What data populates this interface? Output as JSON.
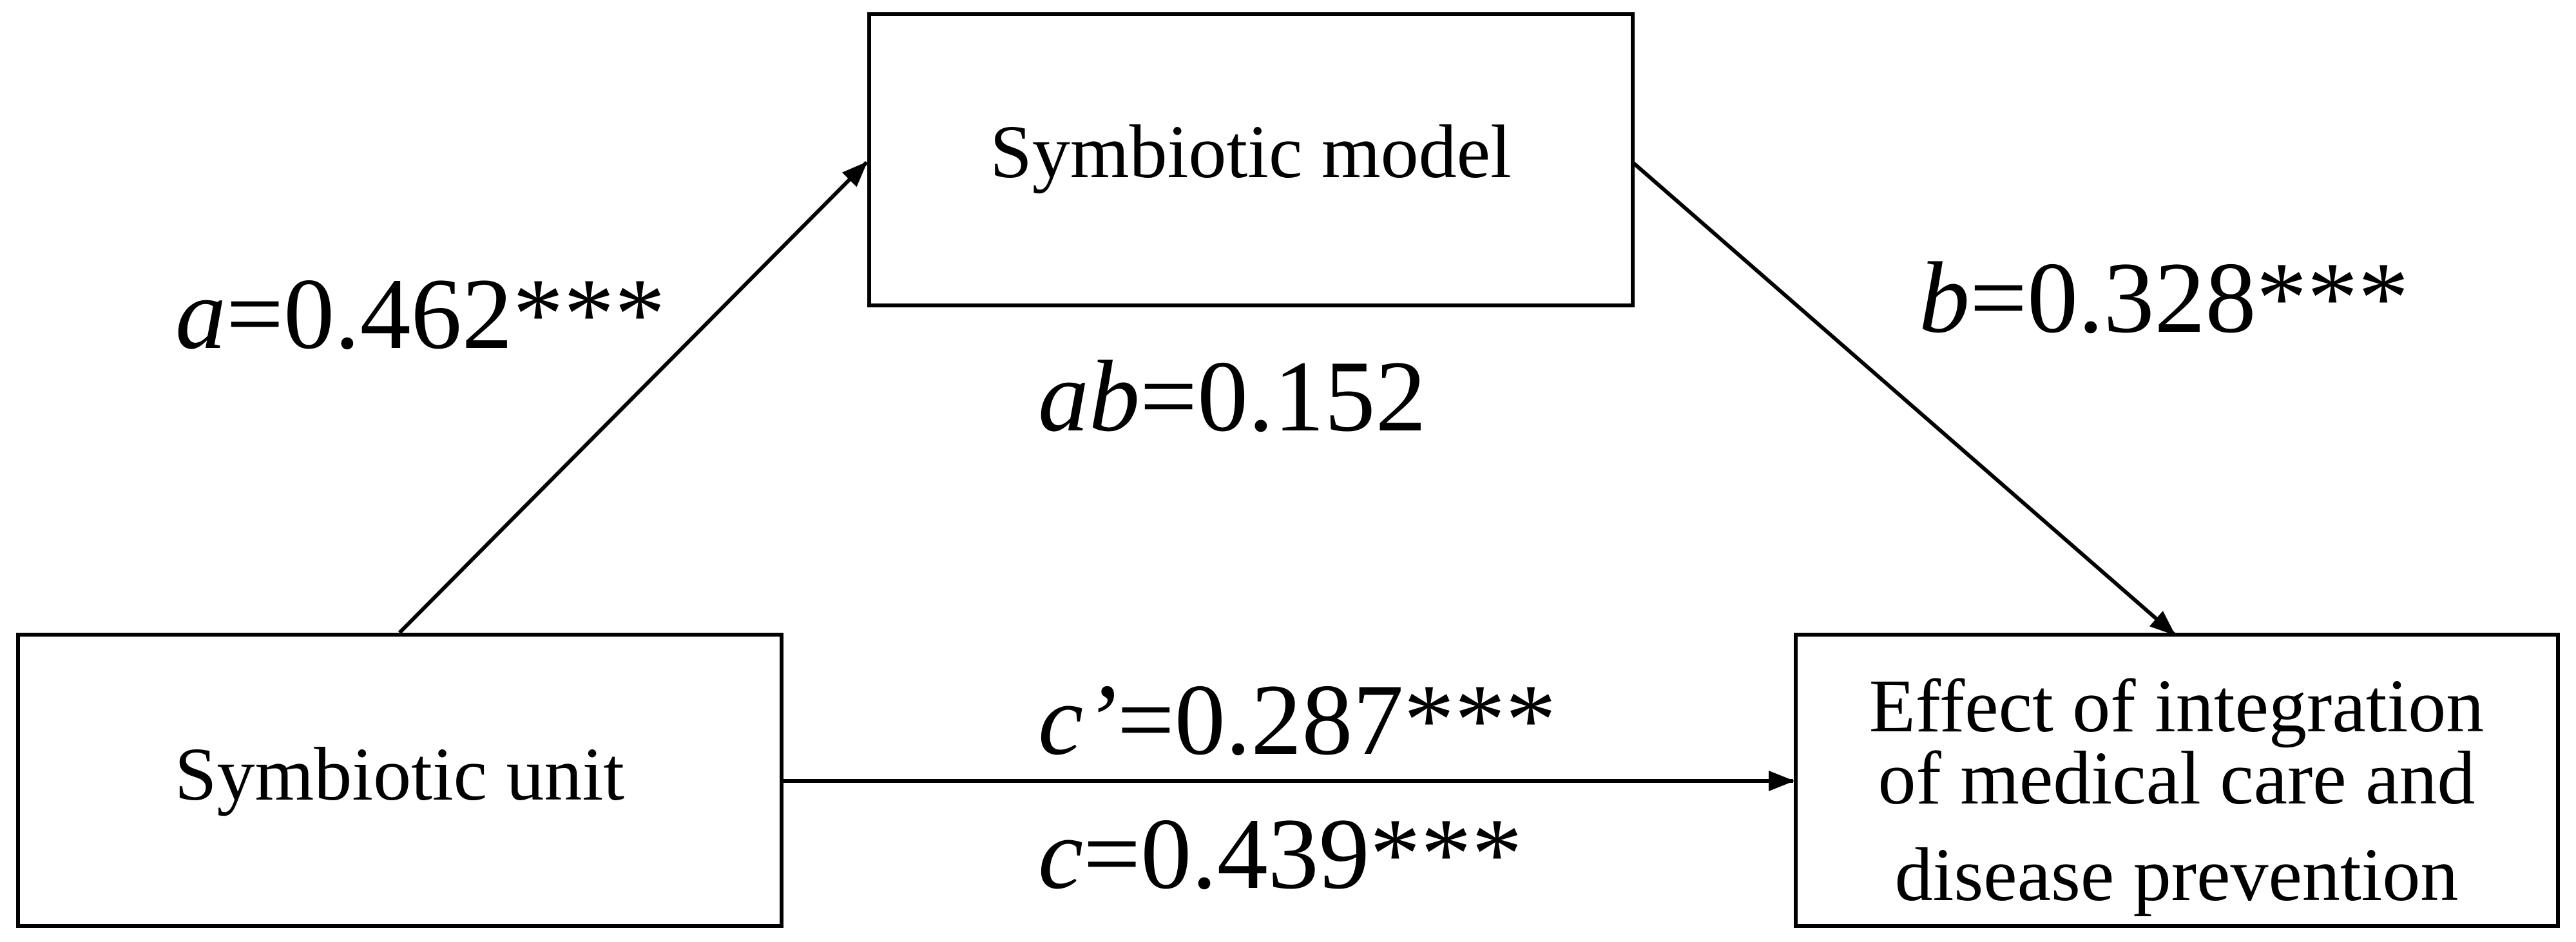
{
  "nodes": {
    "mediator": {
      "label": "Symbiotic model"
    },
    "predictor": {
      "label": "Symbiotic unit"
    },
    "outcome": {
      "label_lines": [
        "Effect of integration",
        "of medical care and",
        "disease prevention"
      ]
    }
  },
  "paths": {
    "a": {
      "symbol": "a",
      "value": "=0.462***"
    },
    "b": {
      "symbol": "b",
      "value": "=0.328***"
    },
    "ab": {
      "symbol": "ab",
      "value": "=0.152"
    },
    "c_prime": {
      "symbol": "c’",
      "value": "=0.287***"
    },
    "c": {
      "symbol": "c",
      "value": "=0.439***"
    }
  }
}
